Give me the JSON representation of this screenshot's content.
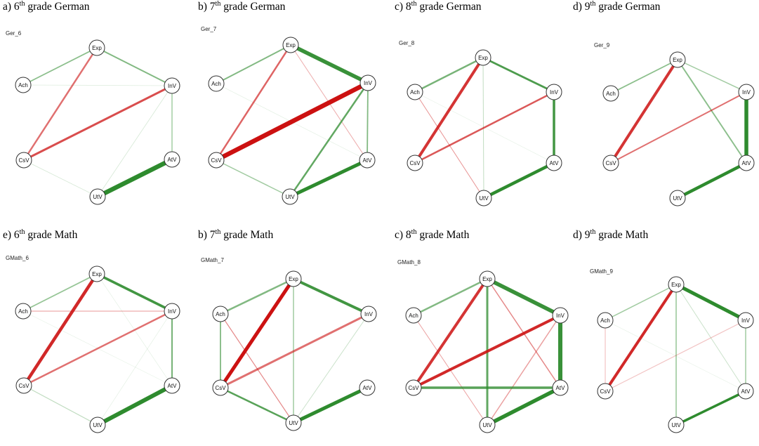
{
  "panels": [
    {
      "prefix": "a) 6",
      "sup": "th",
      "rest": " grade German",
      "graph": "Ger_6",
      "edges": [
        [
          "Ach",
          "Exp",
          "pos",
          1.8,
          0.55
        ],
        [
          "Ach",
          "InV",
          "pos",
          0.8,
          0.15
        ],
        [
          "Exp",
          "InV",
          "pos",
          2.0,
          0.6
        ],
        [
          "Exp",
          "CsV",
          "neg",
          2.5,
          0.6
        ],
        [
          "InV",
          "CsV",
          "neg",
          3.0,
          0.75
        ],
        [
          "InV",
          "AtV",
          "pos",
          1.3,
          0.5
        ],
        [
          "InV",
          "UtV",
          "pos",
          0.8,
          0.2
        ],
        [
          "CsV",
          "UtV",
          "pos",
          0.8,
          0.2
        ],
        [
          "AtV",
          "UtV",
          "pos",
          6.5,
          1.0
        ]
      ]
    },
    {
      "prefix": "b) 7",
      "sup": "th",
      "rest": " grade German",
      "graph": "Ger_7",
      "edges": [
        [
          "Ach",
          "Exp",
          "pos",
          2.0,
          0.6
        ],
        [
          "Ach",
          "AtV",
          "pos",
          0.6,
          0.15
        ],
        [
          "Exp",
          "InV",
          "pos",
          5.5,
          0.95
        ],
        [
          "Exp",
          "CsV",
          "neg",
          2.5,
          0.65
        ],
        [
          "Exp",
          "AtV",
          "neg",
          1.0,
          0.35
        ],
        [
          "InV",
          "CsV",
          "neg",
          6.5,
          1.0
        ],
        [
          "InV",
          "AtV",
          "pos",
          1.8,
          0.6
        ],
        [
          "InV",
          "UtV",
          "pos",
          2.5,
          0.75
        ],
        [
          "CsV",
          "UtV",
          "pos",
          1.5,
          0.45
        ],
        [
          "AtV",
          "UtV",
          "pos",
          5.0,
          1.0
        ]
      ]
    },
    {
      "prefix": "c) 8",
      "sup": "th",
      "rest": " grade German",
      "graph": "Ger_8",
      "edges": [
        [
          "Ach",
          "Exp",
          "pos",
          2.5,
          0.65
        ],
        [
          "Ach",
          "UtV",
          "neg",
          1.0,
          0.45
        ],
        [
          "Ach",
          "AtV",
          "pos",
          0.6,
          0.12
        ],
        [
          "Exp",
          "InV",
          "pos",
          2.8,
          0.85
        ],
        [
          "Exp",
          "CsV",
          "neg",
          4.0,
          0.85
        ],
        [
          "Exp",
          "UtV",
          "pos",
          1.0,
          0.3
        ],
        [
          "InV",
          "CsV",
          "neg",
          2.5,
          0.7
        ],
        [
          "InV",
          "AtV",
          "pos",
          3.5,
          0.9
        ],
        [
          "AtV",
          "UtV",
          "pos",
          4.5,
          1.0
        ]
      ]
    },
    {
      "prefix": "d) 9",
      "sup": "th",
      "rest": " grade German",
      "graph": "Ger_9",
      "edges": [
        [
          "Ach",
          "Exp",
          "pos",
          1.8,
          0.55
        ],
        [
          "Exp",
          "InV",
          "pos",
          1.5,
          0.45
        ],
        [
          "Exp",
          "CsV",
          "neg",
          4.0,
          0.85
        ],
        [
          "Exp",
          "AtV",
          "pos",
          2.0,
          0.55
        ],
        [
          "InV",
          "CsV",
          "neg",
          2.0,
          0.6
        ],
        [
          "InV",
          "AtV",
          "pos",
          5.5,
          1.0
        ],
        [
          "AtV",
          "UtV",
          "pos",
          4.5,
          1.0
        ]
      ]
    },
    {
      "prefix": "e) 6",
      "sup": "th",
      "rest": " grade Math",
      "graph": "GMath_6",
      "edges": [
        [
          "Ach",
          "Exp",
          "pos",
          1.8,
          0.5
        ],
        [
          "Ach",
          "InV",
          "neg",
          1.2,
          0.35
        ],
        [
          "Ach",
          "AtV",
          "pos",
          0.6,
          0.12
        ],
        [
          "Exp",
          "InV",
          "pos",
          3.5,
          0.9
        ],
        [
          "Exp",
          "CsV",
          "neg",
          4.5,
          0.9
        ],
        [
          "Exp",
          "AtV",
          "pos",
          0.6,
          0.15
        ],
        [
          "InV",
          "CsV",
          "neg",
          2.5,
          0.6
        ],
        [
          "InV",
          "AtV",
          "pos",
          2.0,
          0.65
        ],
        [
          "InV",
          "UtV",
          "pos",
          0.6,
          0.15
        ],
        [
          "CsV",
          "UtV",
          "pos",
          1.2,
          0.3
        ],
        [
          "AtV",
          "UtV",
          "pos",
          6.0,
          1.0
        ]
      ]
    },
    {
      "prefix": "b) 7",
      "sup": "th",
      "rest": " grade Math",
      "graph": "GMath_7",
      "edges": [
        [
          "Ach",
          "Exp",
          "pos",
          2.5,
          0.6
        ],
        [
          "Ach",
          "CsV",
          "pos",
          2.0,
          0.55
        ],
        [
          "Ach",
          "UtV",
          "neg",
          1.2,
          0.5
        ],
        [
          "Exp",
          "InV",
          "pos",
          4.0,
          0.9
        ],
        [
          "Exp",
          "CsV",
          "neg",
          5.0,
          1.0
        ],
        [
          "Exp",
          "UtV",
          "pos",
          1.5,
          0.45
        ],
        [
          "InV",
          "CsV",
          "neg",
          3.0,
          0.6
        ],
        [
          "InV",
          "UtV",
          "pos",
          1.0,
          0.25
        ],
        [
          "CsV",
          "UtV",
          "pos",
          2.5,
          0.8
        ],
        [
          "AtV",
          "UtV",
          "pos",
          5.0,
          1.0
        ]
      ]
    },
    {
      "prefix": "c) 8",
      "sup": "th",
      "rest": " grade Math",
      "graph": "GMath_8",
      "edges": [
        [
          "Ach",
          "Exp",
          "pos",
          2.5,
          0.6
        ],
        [
          "Ach",
          "UtV",
          "neg",
          1.0,
          0.4
        ],
        [
          "Exp",
          "InV",
          "pos",
          5.5,
          0.95
        ],
        [
          "Exp",
          "CsV",
          "neg",
          4.0,
          0.85
        ],
        [
          "Exp",
          "UtV",
          "pos",
          3.0,
          0.75
        ],
        [
          "Exp",
          "AtV",
          "neg",
          1.5,
          0.5
        ],
        [
          "InV",
          "CsV",
          "neg",
          4.0,
          0.9
        ],
        [
          "InV",
          "AtV",
          "pos",
          6.0,
          0.95
        ],
        [
          "InV",
          "UtV",
          "neg",
          1.5,
          0.4
        ],
        [
          "CsV",
          "AtV",
          "pos",
          3.5,
          0.8
        ],
        [
          "AtV",
          "UtV",
          "pos",
          5.5,
          1.0
        ]
      ]
    },
    {
      "prefix": "d) 9",
      "sup": "th",
      "rest": " grade Math",
      "graph": "GMath_9",
      "edges": [
        [
          "Ach",
          "Exp",
          "pos",
          1.5,
          0.45
        ],
        [
          "Ach",
          "AtV",
          "pos",
          0.6,
          0.12
        ],
        [
          "Ach",
          "CsV",
          "neg",
          1.0,
          0.3
        ],
        [
          "Exp",
          "InV",
          "pos",
          5.0,
          1.0
        ],
        [
          "Exp",
          "CsV",
          "neg",
          4.0,
          0.9
        ],
        [
          "Exp",
          "UtV",
          "pos",
          1.5,
          0.5
        ],
        [
          "Exp",
          "AtV",
          "pos",
          1.0,
          0.25
        ],
        [
          "InV",
          "CsV",
          "neg",
          1.2,
          0.25
        ],
        [
          "InV",
          "AtV",
          "pos",
          1.5,
          0.45
        ],
        [
          "AtV",
          "UtV",
          "pos",
          3.5,
          1.0
        ]
      ]
    }
  ],
  "node_labels": [
    "Exp",
    "InV",
    "AtV",
    "UtV",
    "CsV",
    "Ach"
  ],
  "colors": {
    "positive": "#2e8b2e",
    "negative": "#cc1111",
    "node_stroke": "#333333",
    "node_fill": "#ffffff"
  }
}
